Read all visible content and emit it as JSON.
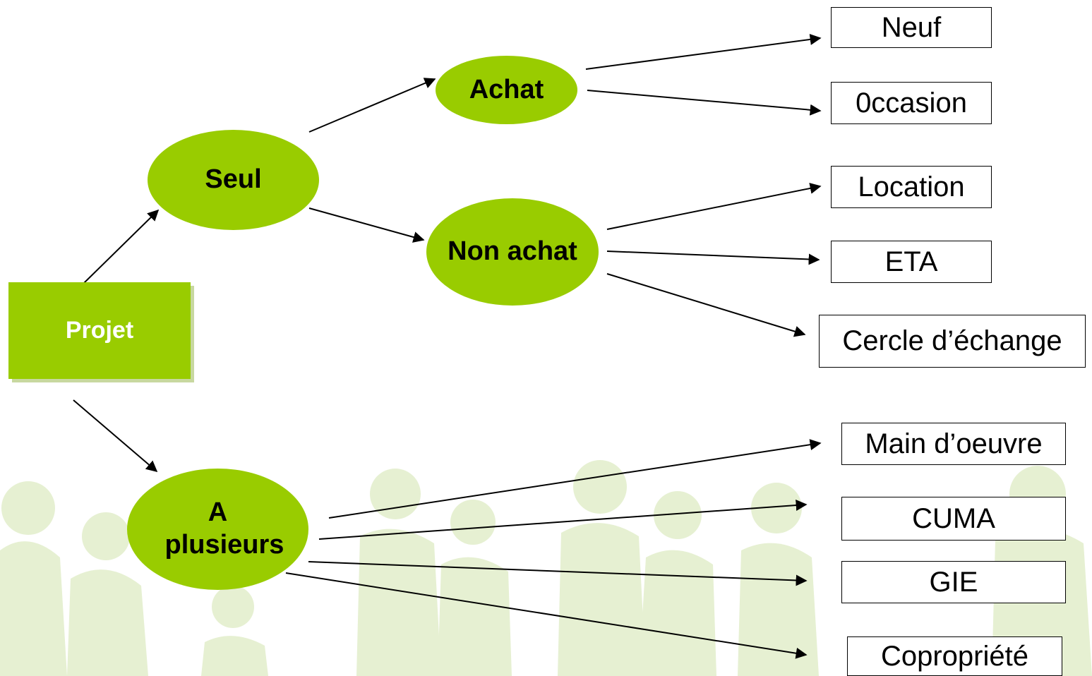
{
  "diagram": {
    "root": {
      "label": "Projet"
    },
    "level1": {
      "seul": "Seul",
      "plusieurs": "A plusieurs"
    },
    "level2": {
      "achat": "Achat",
      "non_achat": "Non achat"
    },
    "leaves": {
      "neuf": "Neuf",
      "occasion": "0ccasion",
      "location": "Location",
      "eta": "ETA",
      "cercle": "Cercle d’échange",
      "main_oeuvre": "Main d’oeuvre",
      "cuma": "CUMA",
      "gie": "GIE",
      "copropriete": "Copropriété"
    },
    "colors": {
      "node_fill": "#99cc00",
      "root_text": "#ffffff",
      "background_figures": "#e3efcc"
    }
  }
}
